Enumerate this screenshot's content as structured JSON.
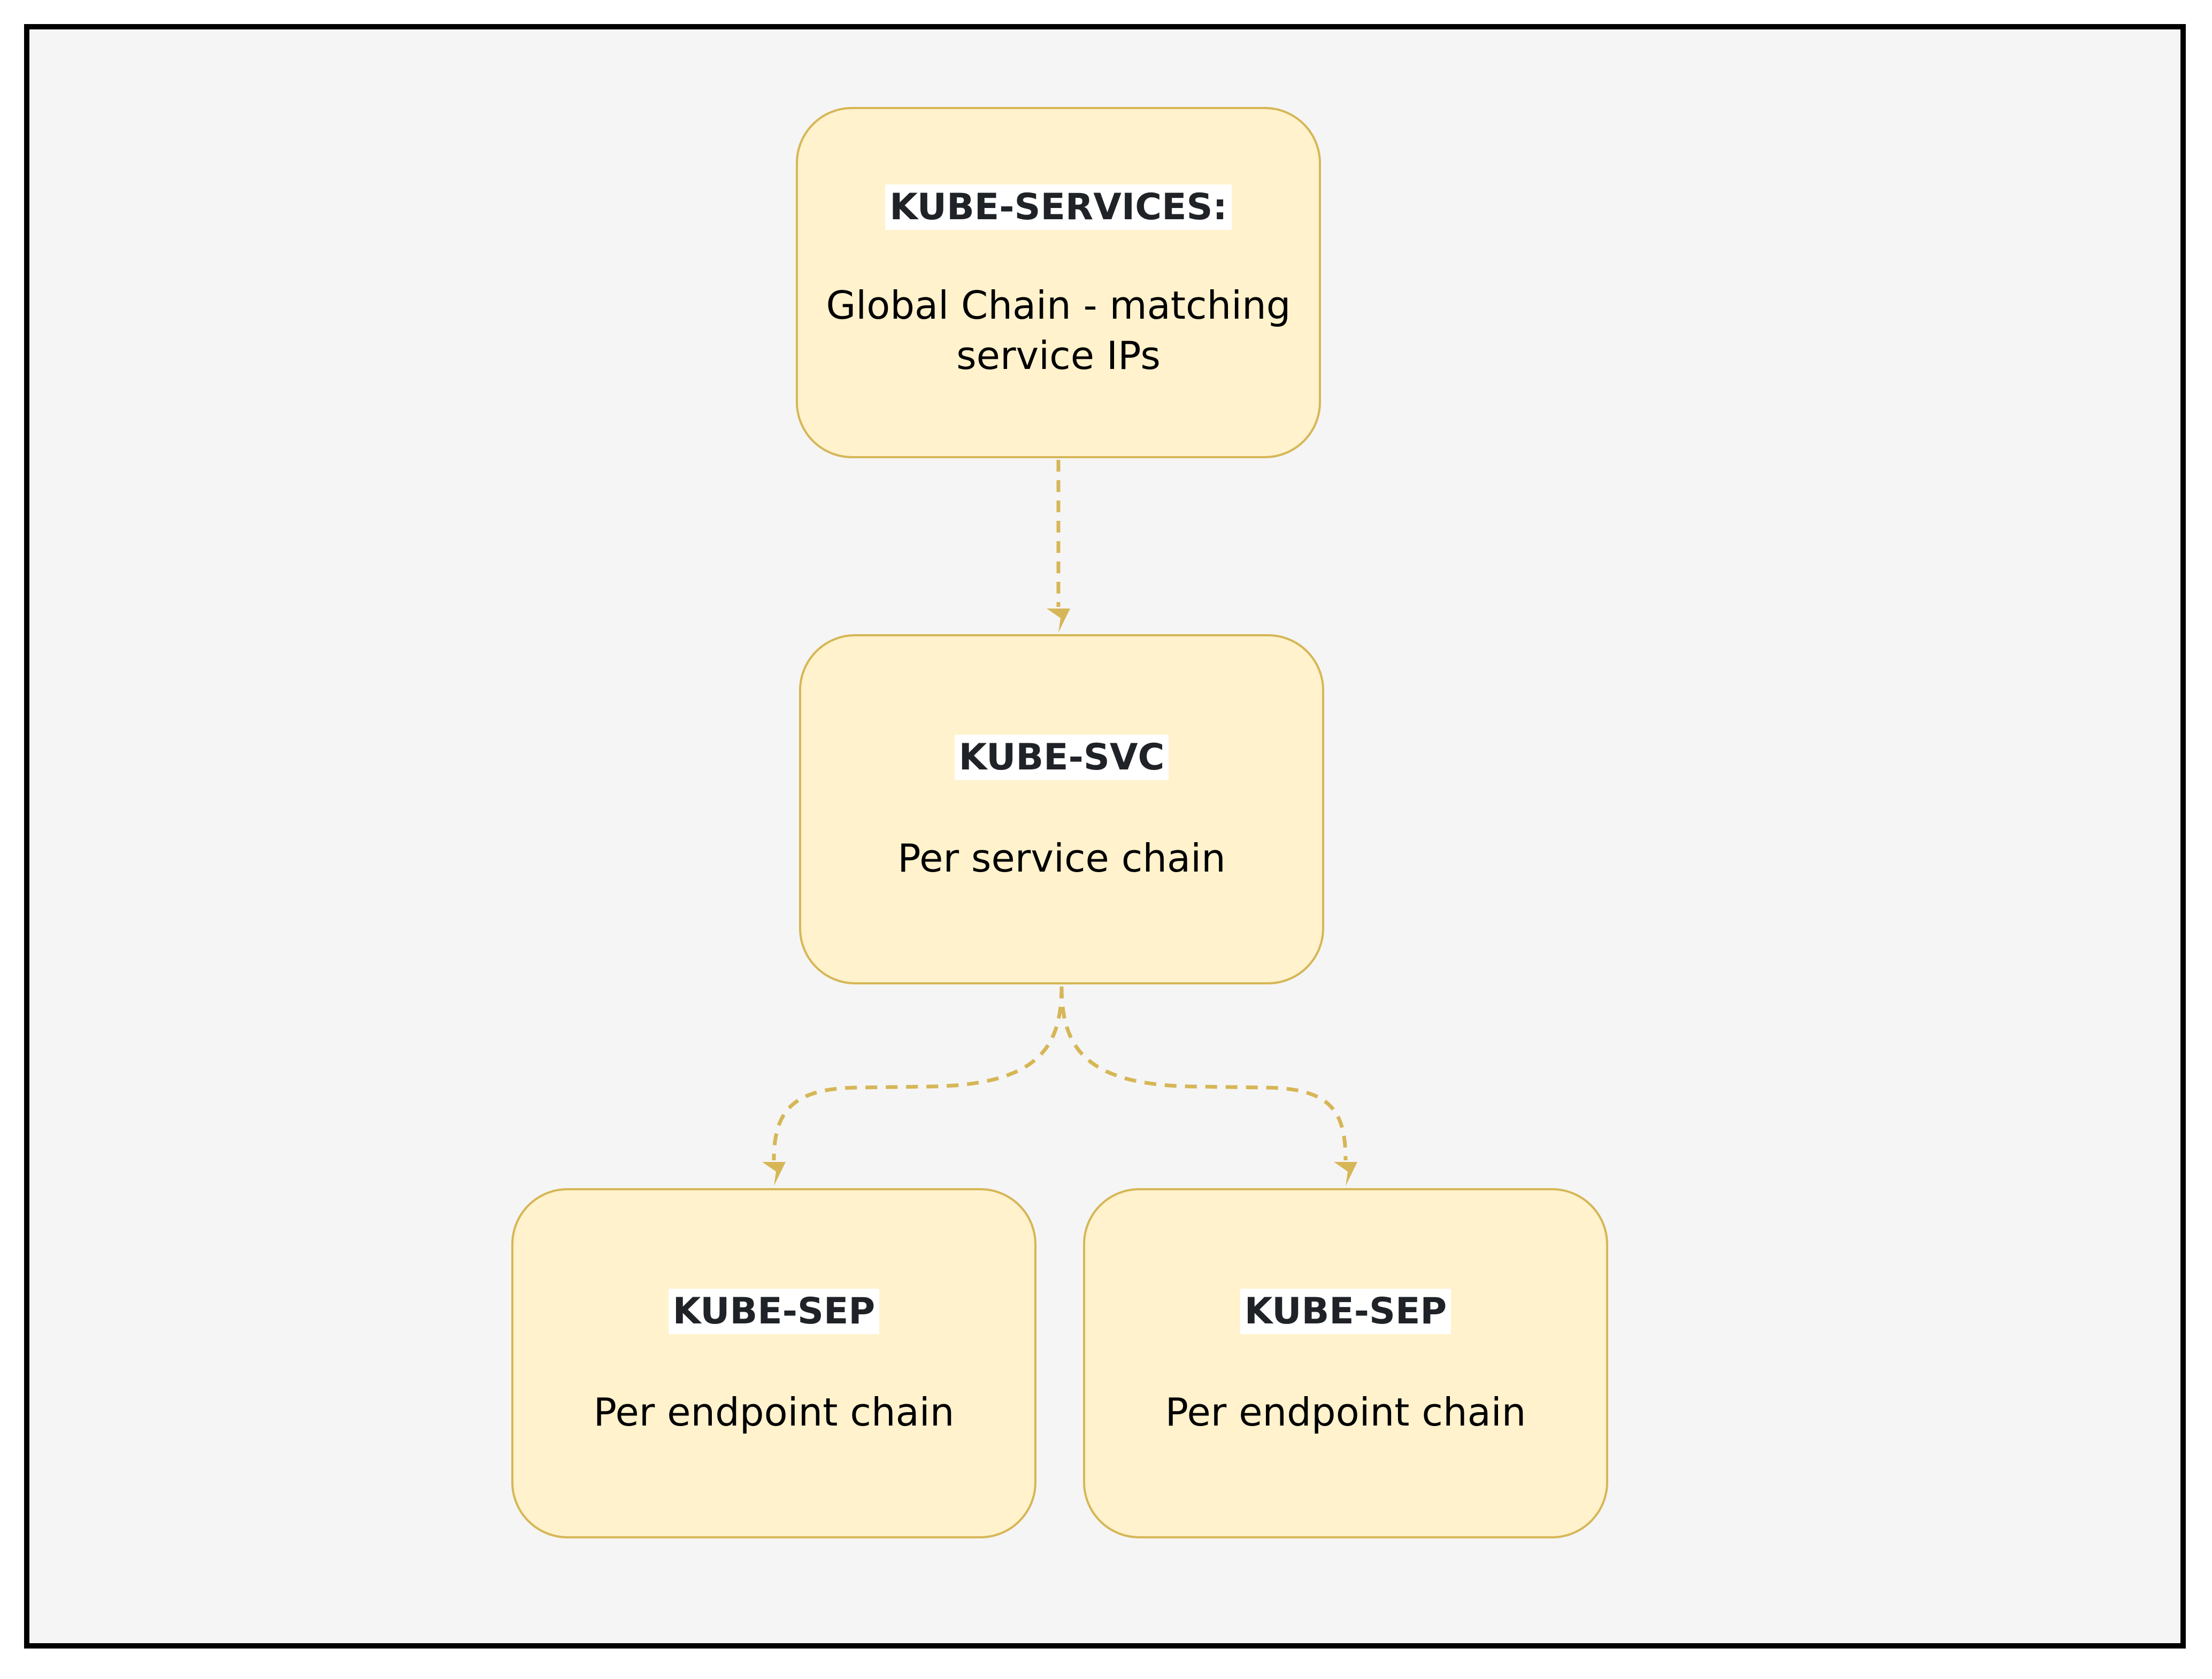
{
  "nodes": {
    "kube_services": {
      "title": "KUBE-SERVICES:",
      "description": "Global Chain - matching service IPs"
    },
    "kube_svc": {
      "title": "KUBE-SVC",
      "description": "Per service chain"
    },
    "kube_sep_1": {
      "title": "KUBE-SEP",
      "description": "Per endpoint chain"
    },
    "kube_sep_2": {
      "title": "KUBE-SEP",
      "description": "Per endpoint chain"
    }
  },
  "edges": [
    {
      "from": "kube_services",
      "to": "kube_svc",
      "style": "dashed"
    },
    {
      "from": "kube_svc",
      "to": "kube_sep_1",
      "style": "dashed"
    },
    {
      "from": "kube_svc",
      "to": "kube_sep_2",
      "style": "dashed"
    }
  ],
  "colors": {
    "node_fill": "#fff2cc",
    "node_stroke": "#d6b656",
    "edge": "#d6b656",
    "frame_fill": "#f5f5f5",
    "frame_stroke": "#000000"
  }
}
